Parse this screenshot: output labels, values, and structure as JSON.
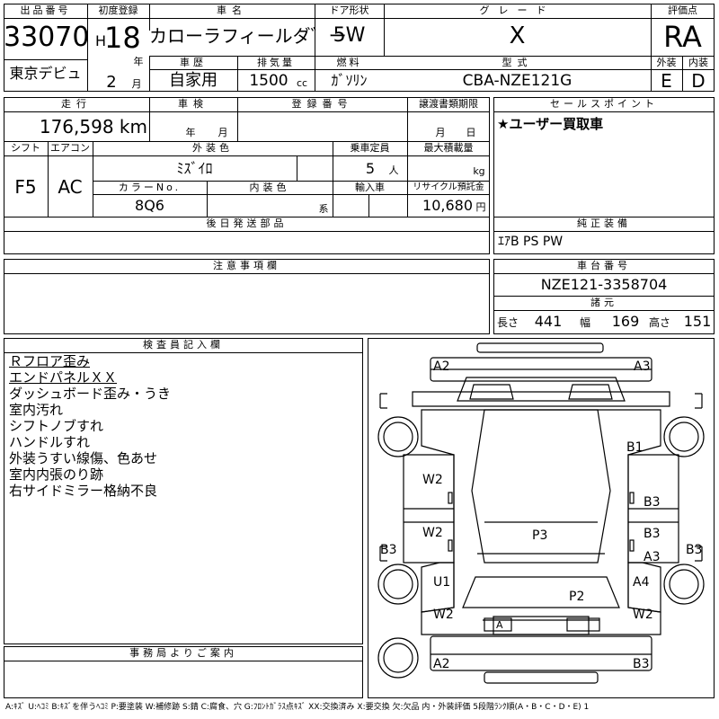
{
  "header": {
    "lot_label": "出品番号",
    "lot": "33070",
    "reg_label": "初度登録",
    "era": "H",
    "year": "18",
    "year_unit": "年",
    "month": "2",
    "month_unit": "月",
    "car_label": "車名",
    "car": "カローラフィールダ゛ー",
    "door_label": "ドア形状",
    "door": "5W",
    "grade_label": "グレード",
    "grade": "X",
    "score_label": "評価点",
    "score": "RA",
    "venue": "東京デビュ",
    "history_label": "車歴",
    "history": "自家用",
    "disp_label": "排気量",
    "disp": "1500",
    "disp_unit": "cc",
    "fuel_label": "燃料",
    "fuel": "ｶﾞｿﾘﾝ",
    "model_label": "型式",
    "model": "CBA-NZE121G",
    "ext_label": "外装",
    "ext": "E",
    "int_label": "内装",
    "int": "D"
  },
  "row2": {
    "mileage_label": "走行",
    "mileage": "176,598 km",
    "shaken_label": "車検",
    "shaken_y": "年",
    "shaken_m": "月",
    "plate_label": "登録番号",
    "transfer_label": "譲渡書類期限",
    "transfer_m": "月",
    "transfer_d": "日",
    "shift_label": "シフト",
    "shift": "F5",
    "ac_label": "エアコン",
    "ac": "AC",
    "color_label": "外装色",
    "color": "ﾐｽﾞｲﾛ",
    "capacity_label": "乗車定員",
    "capacity": "5",
    "capacity_unit": "人",
    "load_label": "最大積載量",
    "load_unit": "kg",
    "code_label": "カラーNo.",
    "code": "8Q6",
    "intcolor_label": "内装色",
    "intcolor_unit": "系",
    "import_label": "輸入車",
    "recycle_label": "リサイクル預託金",
    "recycle": "10,680",
    "recycle_unit": "円",
    "later_label": "後日発送部品"
  },
  "sales": {
    "label": "セールスポイント",
    "text": "★ユーザー買取車"
  },
  "equip": {
    "label": "純正装備",
    "text": "ｴｱB PS PW"
  },
  "notes": {
    "label": "注意事項欄"
  },
  "chassis": {
    "label": "車台番号",
    "number": "NZE121-3358704",
    "dims_label": "諸元",
    "len_label": "長さ",
    "len": "441",
    "wid_label": "幅",
    "wid": "169",
    "hei_label": "高さ",
    "hei": "151"
  },
  "inspector": {
    "label": "検査員記入欄",
    "remarks": [
      "Ｒフロア歪み",
      "エンドパネルＸＸ",
      "ダッシュボード歪み・うき",
      "室内汚れ",
      "シフトノブすれ",
      "ハンドルすれ",
      "外装うすい線傷、色あせ",
      "室内内張のり跡",
      "右サイドミラー格納不良"
    ]
  },
  "office": {
    "label": "事務局よりご案内"
  },
  "diagram": {
    "marks": {
      "a2_top": "A2",
      "a3_top": "A3",
      "b1": "B1",
      "w2_1": "W2",
      "w2_2": "W2",
      "w2_3": "W2",
      "w2_4": "W2",
      "b3_1": "B3",
      "b3_2": "B3",
      "b3_left": "B3",
      "b3_right": "B3",
      "p3": "P3",
      "a3_mid": "A3",
      "u1": "U1",
      "a4": "A4",
      "p2": "P2",
      "a_rear": "A",
      "a2_bot": "A2",
      "b3_bot": "B3"
    }
  },
  "legend": "A:ｷｽﾞ U:ﾍｺﾐ B:ｷｽﾞを伴うﾍｺﾐ P:要塗装 W:補修跡 S:錆 C:腐食、穴 G:ﾌﾛﾝﾄｶﾞﾗｽ点ｷｽﾞ XX:交換済み X:要交換 欠:欠品 内・外装評価 5段階ﾗﾝｸ順(A・B・C・D・E) 1"
}
